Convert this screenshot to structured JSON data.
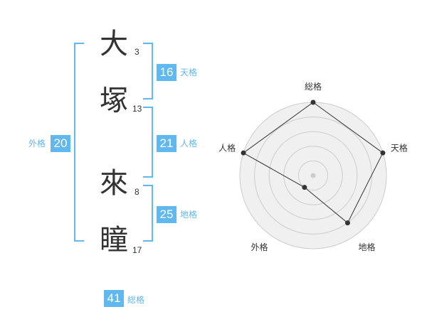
{
  "name": {
    "chars": [
      {
        "char": "大",
        "strokes": "3"
      },
      {
        "char": "塚",
        "strokes": "13"
      },
      {
        "char": "來",
        "strokes": "8"
      },
      {
        "char": "瞳",
        "strokes": "17"
      }
    ]
  },
  "fortunes": {
    "tenkaku": {
      "value": "16",
      "label": "天格"
    },
    "jinkaku": {
      "value": "21",
      "label": "人格"
    },
    "chikaku": {
      "value": "25",
      "label": "地格"
    },
    "gaikaku": {
      "value": "20",
      "label": "外格"
    },
    "soukaku": {
      "value": "41",
      "label": "総格"
    }
  },
  "chart_data": {
    "type": "radar",
    "axes": [
      "総格",
      "天格",
      "地格",
      "外格",
      "人格"
    ],
    "values": [
      5,
      5,
      4,
      1,
      5
    ],
    "rmax": 5,
    "rings": 5,
    "colors": {
      "ring": "#cccccc",
      "fill": "#f0f0f0",
      "line": "#333333",
      "point": "#333333",
      "center": "#cccccc"
    }
  }
}
